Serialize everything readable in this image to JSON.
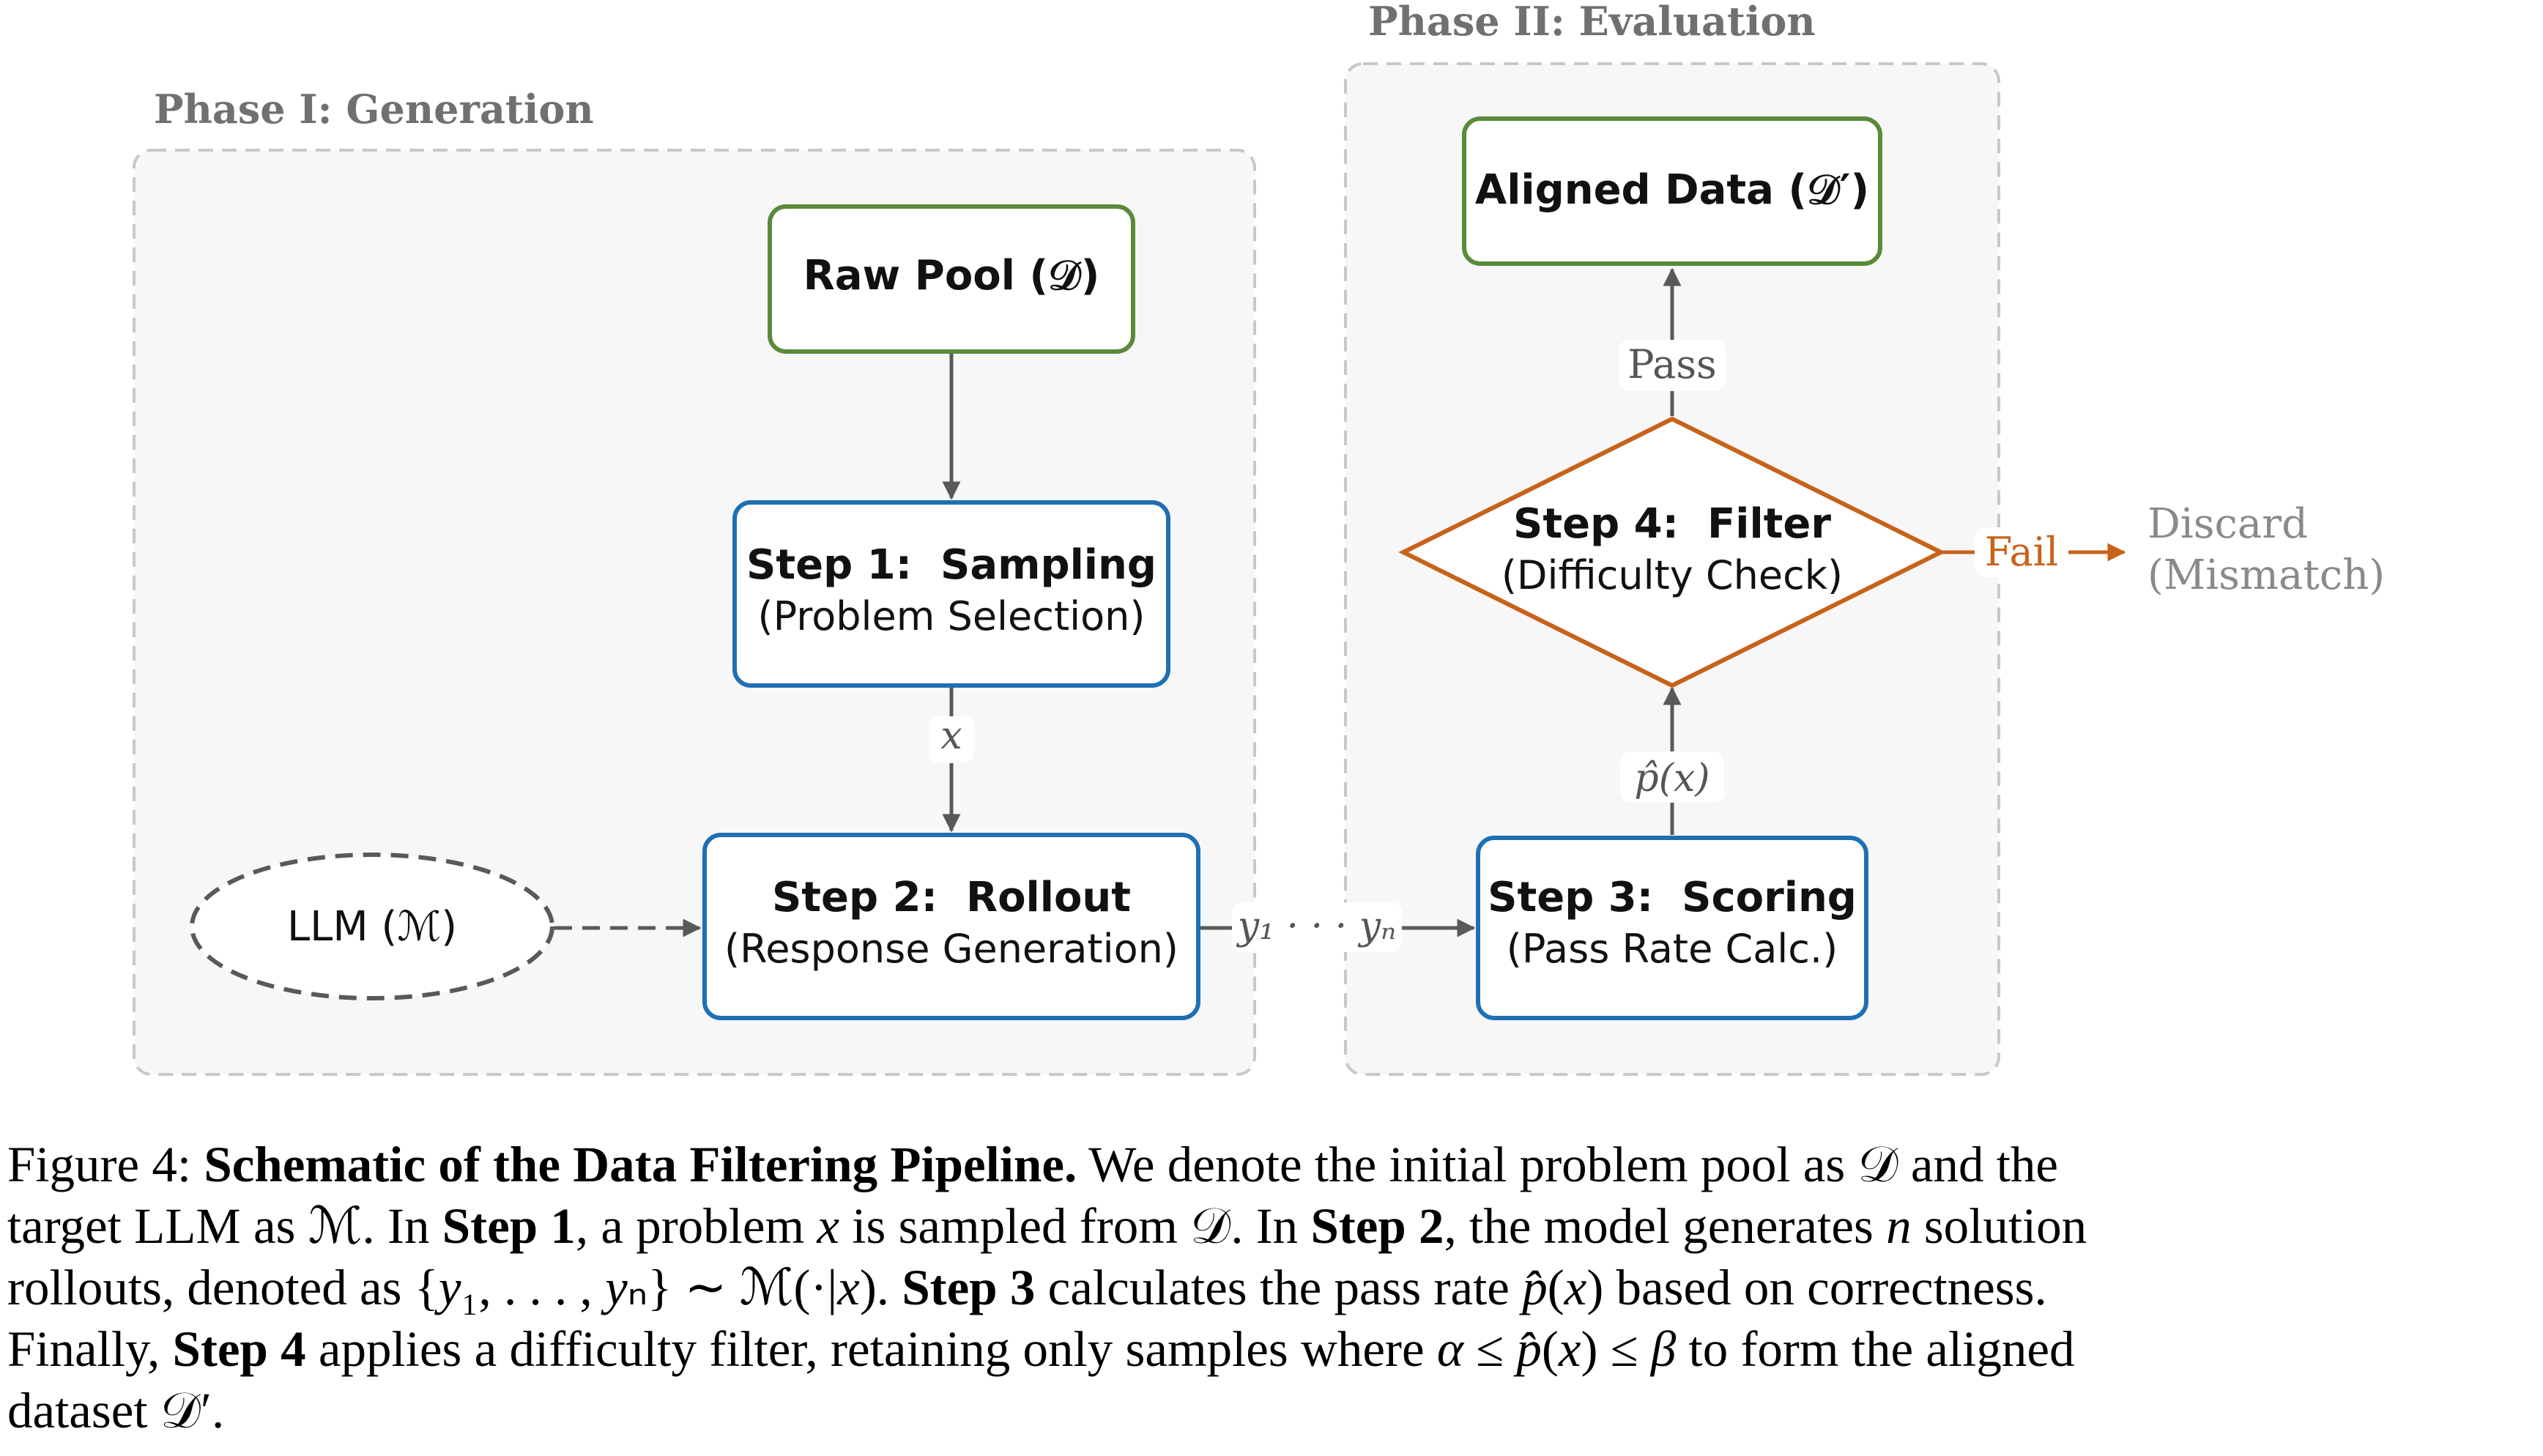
{
  "phases": {
    "generation": "Phase I: Generation",
    "evaluation": "Phase II: Evaluation"
  },
  "nodes": {
    "raw_pool": "Raw Pool (𝒟)",
    "step1_title": "Step 1:  Sampling",
    "step1_sub": "(Problem Selection)",
    "step2_title": "Step 2:  Rollout",
    "step2_sub": "(Response Generation)",
    "llm": "LLM (ℳ)",
    "step3_title": "Step 3:  Scoring",
    "step3_sub": "(Pass Rate Calc.)",
    "step4_title": "Step 4:  Filter",
    "step4_sub": "(Difficulty Check)",
    "aligned": "Aligned Data (𝒟′)",
    "discard": "Discard",
    "discard_sub": "(Mismatch)"
  },
  "edge_labels": {
    "x": "x",
    "rollouts": "y₁ · · · yₙ",
    "p_hat": "p̂(x)",
    "pass": "Pass",
    "fail": "Fail"
  },
  "colors": {
    "green": "#5a8a3a",
    "blue": "#1f6fb5",
    "orange": "#c8621a",
    "gray_arrow": "#595959",
    "phase_bg": "#f7f7f7"
  },
  "caption": {
    "lines": [
      "Figure 4: <b>Schematic of the Data Filtering Pipeline.</b> We denote the initial problem pool as 𝒟 and the",
      "target LLM as ℳ. In <b>Step 1</b>, a problem <i>x</i> is sampled from 𝒟. In <b>Step 2</b>, the model generates <i>n</i> solution",
      "rollouts, denoted as {<i>y</i>₁, . . . , <i>y</i>ₙ} ∼ ℳ(·|<i>x</i>).  <b>Step 3</b> calculates the pass rate <i>p̂</i>(<i>x</i>) based on correctness.",
      "Finally, <b>Step 4</b> applies a difficulty filter, retaining only samples where <i>α</i> ≤ <i>p̂</i>(<i>x</i>) ≤ <i>β</i> to form the aligned",
      "dataset 𝒟′."
    ]
  }
}
